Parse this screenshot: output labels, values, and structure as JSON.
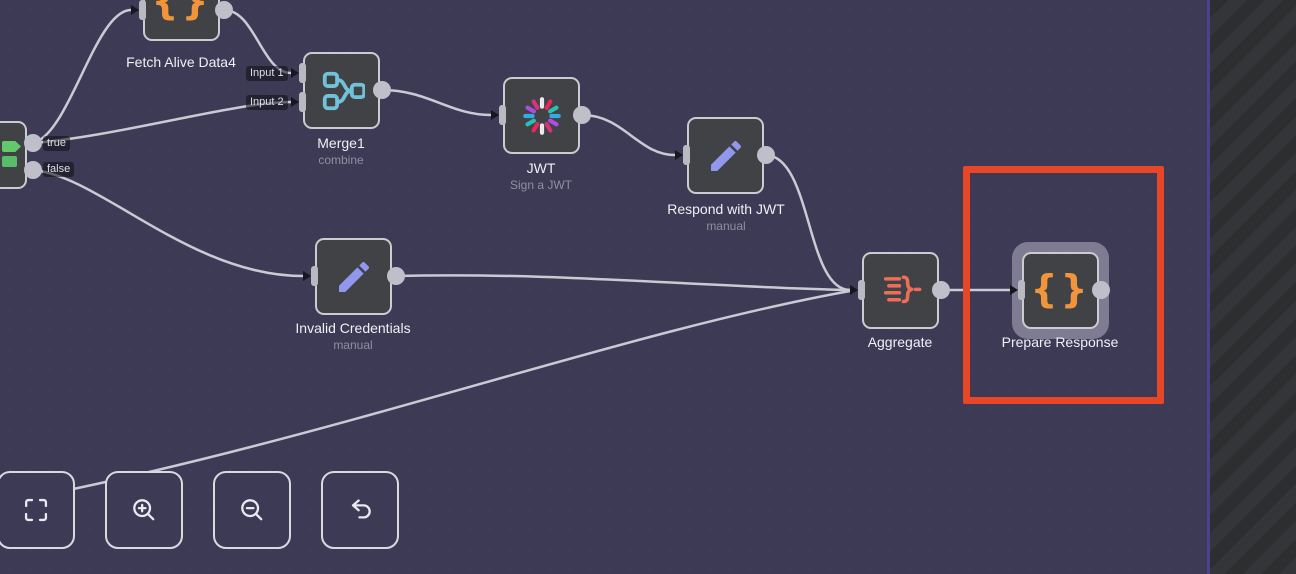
{
  "app": "workflow-editor-canvas",
  "canvas": {
    "background_color": "#3d3a56",
    "edge_color": "#cacad4",
    "highlight_box_color": "#e84727",
    "side_panel_stripe_colors": [
      "#2d2e30",
      "#343538"
    ]
  },
  "nodes": [
    {
      "id": "if-node",
      "title": "",
      "subtitle": "",
      "icon": "if-branch-icon",
      "icon_color": "#63c96b",
      "outputs": [
        "true",
        "false"
      ]
    },
    {
      "id": "fetch-alive-data4",
      "title": "Fetch Alive Data4",
      "subtitle": "",
      "icon": "code-braces-icon",
      "icon_glyph": "{}",
      "icon_color": "#f0953c"
    },
    {
      "id": "merge1",
      "title": "Merge1",
      "subtitle": "combine",
      "icon": "merge-icon",
      "icon_color": "#71c2d9",
      "inputs": [
        "Input 1",
        "Input 2"
      ]
    },
    {
      "id": "jwt",
      "title": "JWT",
      "subtitle": "Sign a JWT",
      "icon": "jwt-logo-icon",
      "icon_colors": [
        "#e9ebef",
        "#e7275d",
        "#2bbfb0",
        "#36a9e0",
        "#ab4fe0",
        "#d8327e"
      ]
    },
    {
      "id": "respond-with-jwt",
      "title": "Respond with JWT",
      "subtitle": "manual",
      "icon": "pencil-icon",
      "icon_color": "#9097ec"
    },
    {
      "id": "invalid-credentials",
      "title": "Invalid Credentials",
      "subtitle": "manual",
      "icon": "pencil-icon",
      "icon_color": "#9097ec"
    },
    {
      "id": "aggregate",
      "title": "Aggregate",
      "subtitle": "",
      "icon": "aggregate-icon",
      "icon_color": "#ed6d59"
    },
    {
      "id": "prepare-response",
      "title": "Prepare Response",
      "subtitle": "",
      "icon": "code-braces-icon",
      "icon_glyph": "{}",
      "icon_color": "#f0953c",
      "selected": true,
      "highlighted_by_red_box": true
    }
  ],
  "connections": [
    {
      "from": "if-node.true",
      "to": "fetch-alive-data4"
    },
    {
      "from": "if-node.true",
      "to": "merge1.Input 2"
    },
    {
      "from": "if-node.false",
      "to": "invalid-credentials"
    },
    {
      "from": "fetch-alive-data4",
      "to": "merge1.Input 1"
    },
    {
      "from": "merge1",
      "to": "jwt"
    },
    {
      "from": "jwt",
      "to": "respond-with-jwt"
    },
    {
      "from": "respond-with-jwt",
      "to": "aggregate"
    },
    {
      "from": "invalid-credentials",
      "to": "aggregate"
    },
    {
      "from": "offscreen-node",
      "to": "aggregate"
    },
    {
      "from": "aggregate",
      "to": "prepare-response"
    }
  ],
  "toolbar": [
    {
      "name": "zoom-to-fit"
    },
    {
      "name": "zoom-in"
    },
    {
      "name": "zoom-out"
    },
    {
      "name": "undo"
    }
  ]
}
